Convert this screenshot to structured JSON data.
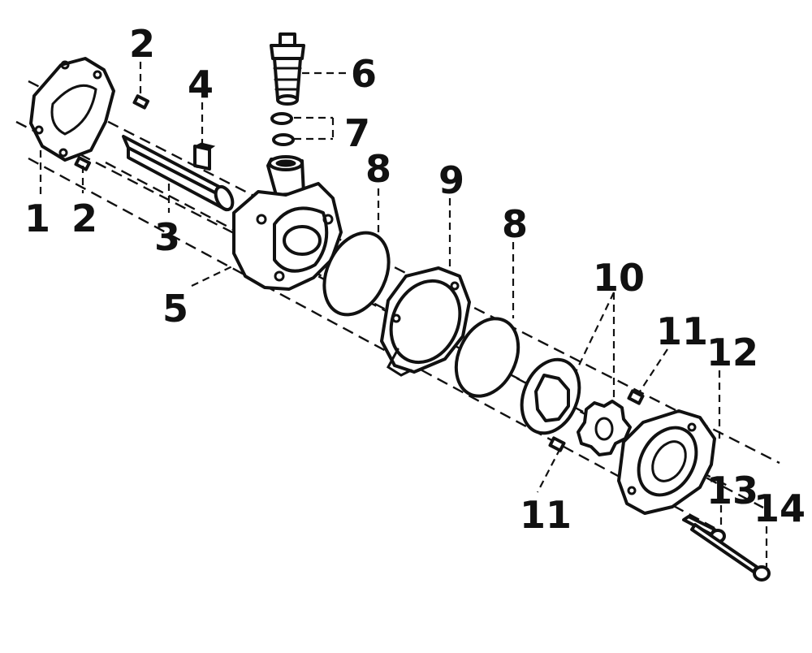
{
  "callouts": {
    "c1": "1",
    "c2a": "2",
    "c2b": "2",
    "c3": "3",
    "c4": "4",
    "c5": "5",
    "c6": "6",
    "c7": "7",
    "c8a": "8",
    "c8b": "8",
    "c9": "9",
    "c10": "10",
    "c11a": "11",
    "c11b": "11",
    "c12": "12",
    "c13": "13",
    "c14": "14"
  },
  "colors": {
    "ink": "#111111",
    "paper": "#ffffff"
  }
}
